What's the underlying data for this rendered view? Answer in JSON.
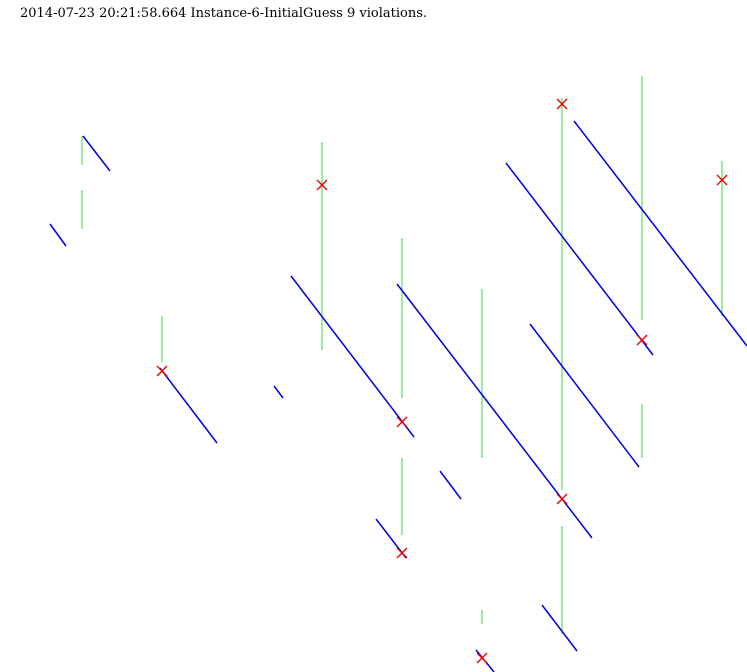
{
  "header": {
    "title": "2014-07-23 20:21:58.664 Instance-6-InitialGuess 9 violations."
  },
  "colors": {
    "green_segment": "#33dd33",
    "blue_segment": "#0000dd",
    "violation_marker": "#ee0000"
  },
  "icons": {
    "violation_marker": "cross-x"
  },
  "counts": {
    "violations": 9
  }
}
